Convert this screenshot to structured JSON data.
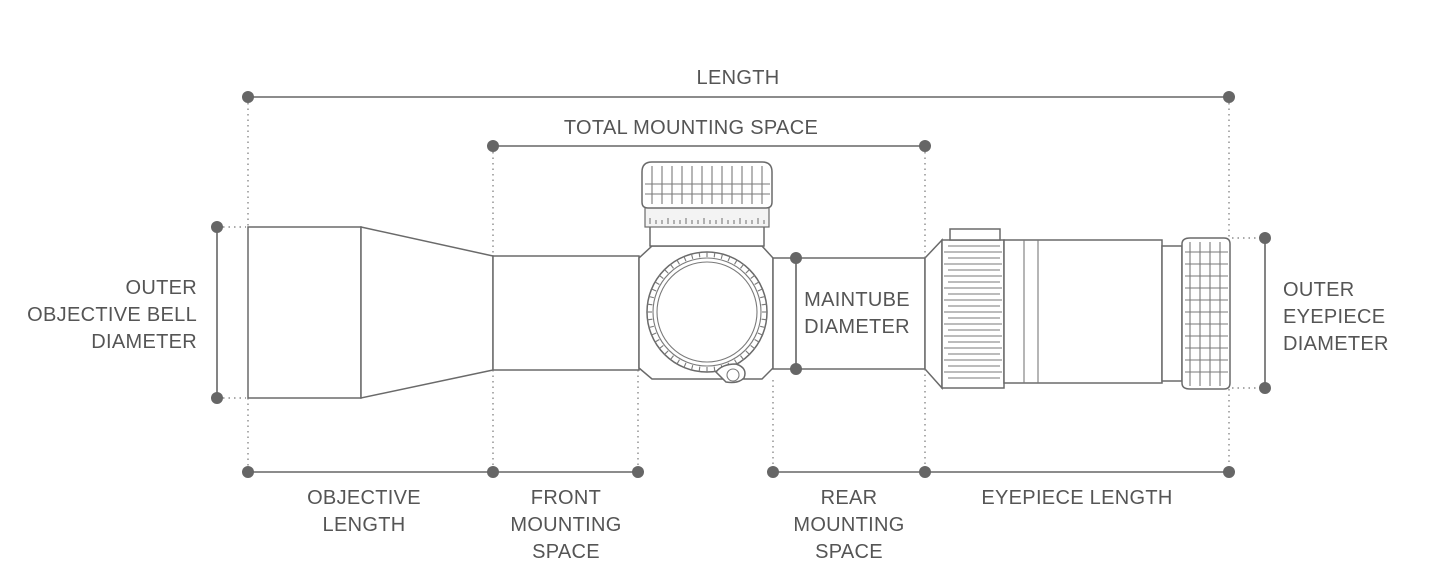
{
  "labels": {
    "length": "LENGTH",
    "total_mounting_space": "TOTAL MOUNTING SPACE",
    "outer_objective_bell_diameter": [
      "OUTER",
      "OBJECTIVE BELL",
      "DIAMETER"
    ],
    "maintube_diameter": [
      "MAINTUBE",
      "DIAMETER"
    ],
    "outer_eyepiece_diameter": [
      "OUTER",
      "EYEPIECE",
      "DIAMETER"
    ],
    "objective_length": [
      "OBJECTIVE",
      "LENGTH"
    ],
    "front_mounting_space": [
      "FRONT",
      "MOUNTING",
      "SPACE"
    ],
    "rear_mounting_space": [
      "REAR",
      "MOUNTING",
      "SPACE"
    ],
    "eyepiece_length": "EYEPIECE LENGTH"
  },
  "colors": {
    "line": "#666666",
    "text": "#555555",
    "outline": "#6a6a6a"
  }
}
